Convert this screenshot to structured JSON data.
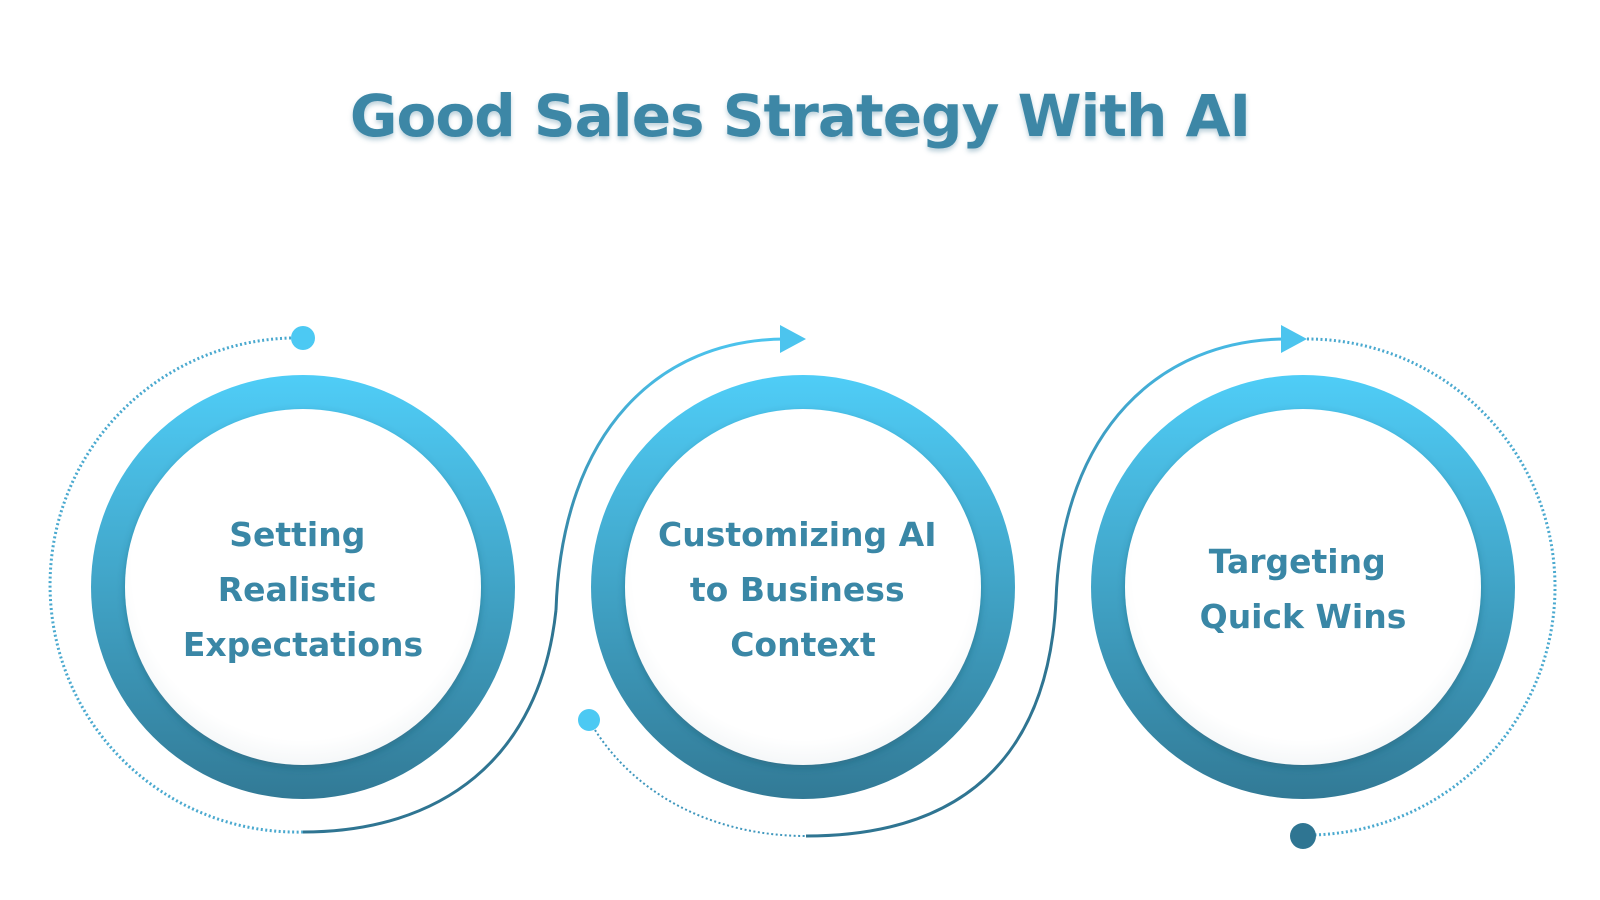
{
  "title": "Good Sales Strategy With AI",
  "colors": {
    "title": "#3d87a6",
    "ring_top": "#4fcdf7",
    "ring_bottom": "#327a96",
    "label": "#3a87a6",
    "connector_light": "#4cc4ee",
    "connector_dark": "#2f7592"
  },
  "steps": [
    {
      "lines": [
        "Setting",
        "Realistic",
        "Expectations"
      ]
    },
    {
      "lines": [
        "Customizing AI",
        "to Business",
        "Context"
      ]
    },
    {
      "lines": [
        "Targeting",
        "Quick Wins"
      ]
    }
  ]
}
